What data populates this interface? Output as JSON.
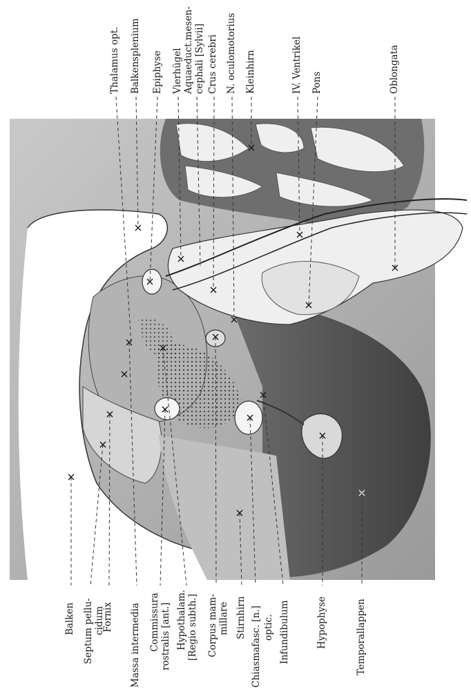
{
  "figure": {
    "labels_top": [
      {
        "id": "thalamus",
        "text": "Thalamus opt."
      },
      {
        "id": "balkensplenium",
        "text": "Balkensplenium"
      },
      {
        "id": "epiphyse",
        "text": "Epiphyse"
      },
      {
        "id": "vierhuegel",
        "text": "Vierhügel"
      },
      {
        "id": "aquaeduct1",
        "text": "Aquaeduct.mesen-"
      },
      {
        "id": "aquaeduct2",
        "text": "cephali [Sylvii]"
      },
      {
        "id": "crus",
        "text": "Crus cerebri"
      },
      {
        "id": "oculomotorius",
        "text": "N. oculomotorius"
      },
      {
        "id": "kleinhirn",
        "text": "Kleinhirn"
      },
      {
        "id": "ventrikel",
        "text": "IV. Ventrikel"
      },
      {
        "id": "pons",
        "text": "Pons"
      },
      {
        "id": "oblongata",
        "text": "Oblongata"
      }
    ],
    "labels_bottom": [
      {
        "id": "balken",
        "text": "Balken"
      },
      {
        "id": "septum1",
        "text": "Septum pellu-"
      },
      {
        "id": "septum2",
        "text": "cidum"
      },
      {
        "id": "fornix",
        "text": "Fornix"
      },
      {
        "id": "massa",
        "text": "Massa intermedia"
      },
      {
        "id": "commissura1",
        "text": "Commissura"
      },
      {
        "id": "commissura2",
        "text": "rostralis [ant.]"
      },
      {
        "id": "hypothalam1",
        "text": "Hypothalam."
      },
      {
        "id": "hypothalam2",
        "text": "[Regio subth.]"
      },
      {
        "id": "corpus1",
        "text": "Corpus mam-"
      },
      {
        "id": "corpus2",
        "text": "millare"
      },
      {
        "id": "stirnhirn",
        "text": "Stirnhirn"
      },
      {
        "id": "chiasma1",
        "text": "Chiasmafasc. [n.]"
      },
      {
        "id": "chiasma2",
        "text": "optic."
      },
      {
        "id": "infundibulum",
        "text": "Infundibulum"
      },
      {
        "id": "hypophyse",
        "text": "Hypophyse"
      },
      {
        "id": "temporallappen",
        "text": "Temporallappen"
      }
    ]
  }
}
